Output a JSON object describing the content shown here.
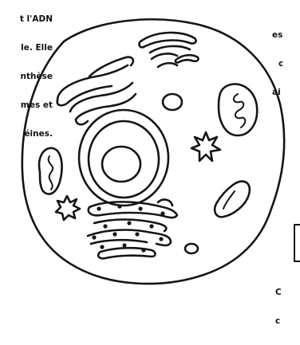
{
  "labels": {
    "top_left": [
      "t l'ADN",
      "le. Elle",
      "nthèse",
      "mes et",
      "éines."
    ],
    "top_right": [
      "es",
      "c",
      "ai"
    ],
    "bottom_right": [
      "C",
      "c"
    ]
  },
  "colors": {
    "ink": "#151515",
    "background": "#ffffff"
  }
}
